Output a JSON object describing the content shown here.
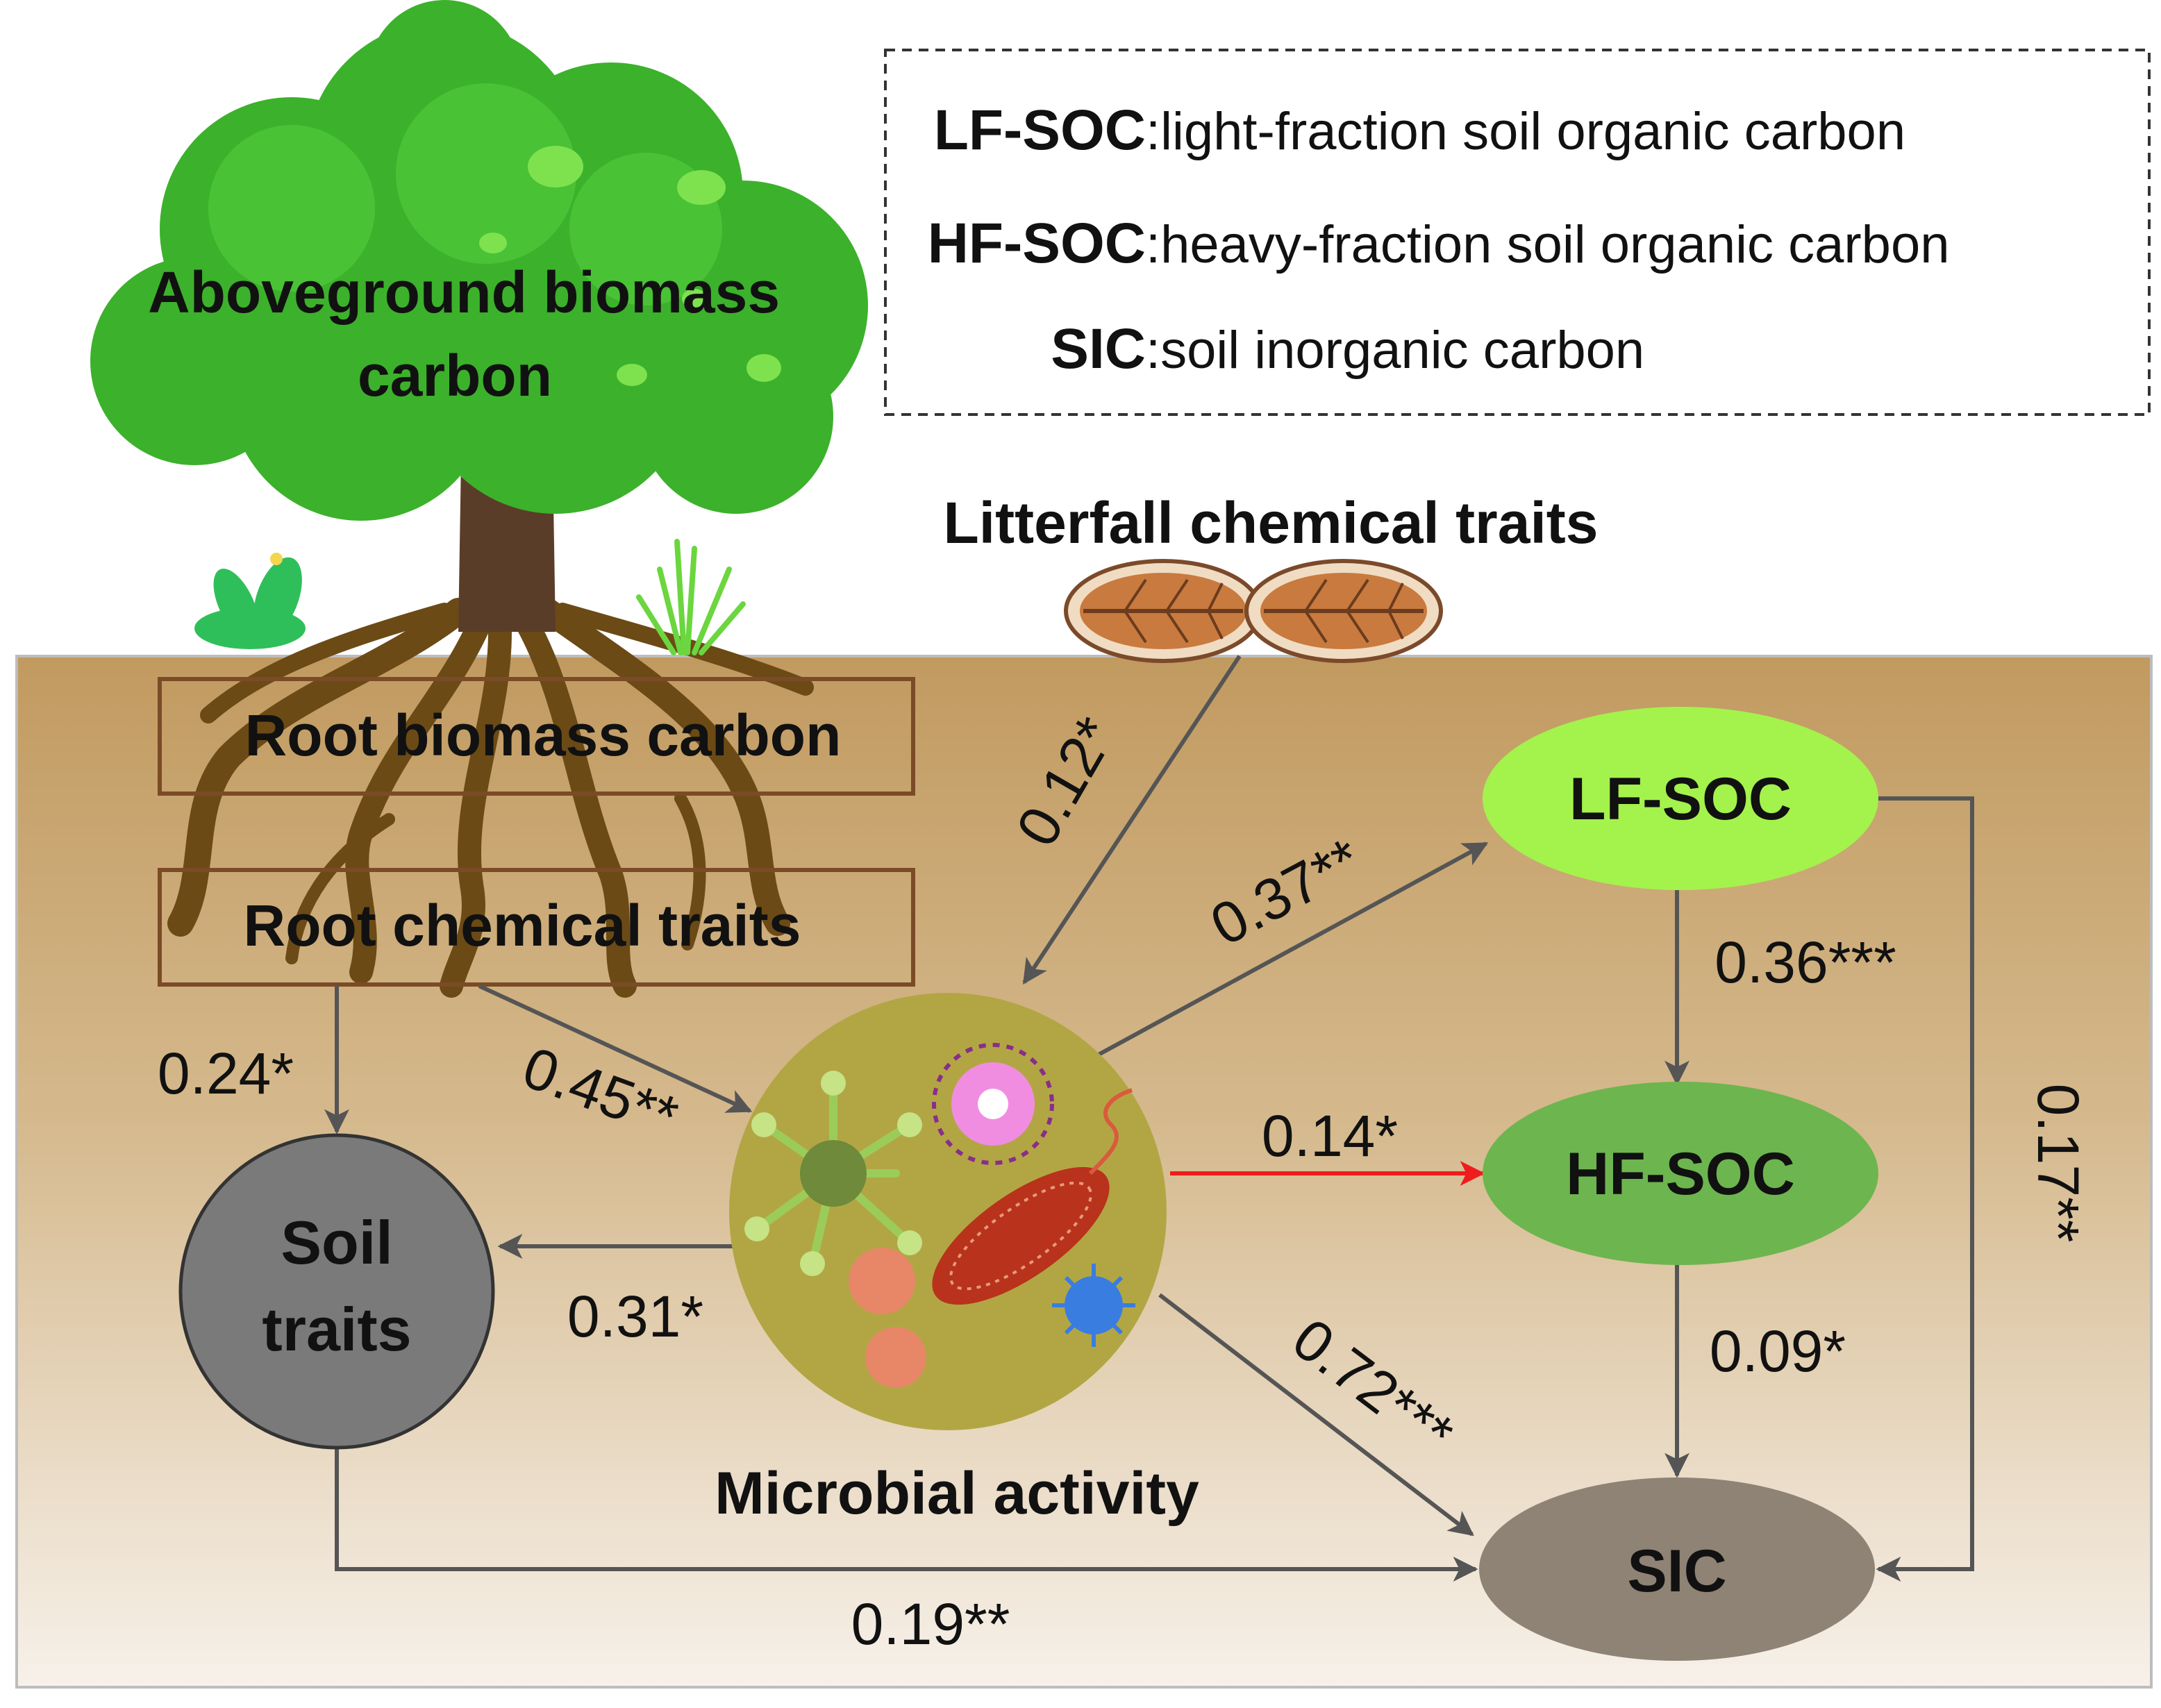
{
  "legend": {
    "items": [
      {
        "abbr": "LF-SOC",
        "desc": ":light-fraction soil organic carbon"
      },
      {
        "abbr": "HF-SOC",
        "desc": ":heavy-fraction soil organic carbon"
      },
      {
        "abbr": "SIC",
        "desc": ":soil inorganic carbon"
      }
    ]
  },
  "nodes": {
    "aboveground_line1": "Aboveground biomass",
    "aboveground_line2": "carbon",
    "litterfall": "Litterfall chemical traits",
    "root_biomass": "Root biomass carbon",
    "root_chemical": "Root chemical traits",
    "soil_traits_line1": "Soil",
    "soil_traits_line2": "traits",
    "microbial": "Microbial activity",
    "lf_soc": "LF-SOC",
    "hf_soc": "HF-SOC",
    "sic": "SIC"
  },
  "paths": [
    {
      "from": "Litterfall chemical traits",
      "to": "Microbial activity",
      "coef": "0.12*",
      "color": "#555555"
    },
    {
      "from": "Root chemical traits",
      "to": "Soil traits",
      "coef": "0.24*",
      "color": "#555555"
    },
    {
      "from": "Root chemical traits",
      "to": "Microbial activity",
      "coef": "0.45**",
      "color": "#555555"
    },
    {
      "from": "Microbial activity",
      "to": "LF-SOC",
      "coef": "0.37**",
      "color": "#555555"
    },
    {
      "from": "Microbial activity",
      "to": "HF-SOC",
      "coef": "0.14*",
      "color": "#ee1c1c"
    },
    {
      "from": "Microbial activity",
      "to": "Soil traits",
      "coef": "0.31*",
      "color": "#555555"
    },
    {
      "from": "Microbial activity",
      "to": "SIC",
      "coef": "0.72***",
      "color": "#555555"
    },
    {
      "from": "LF-SOC",
      "to": "HF-SOC",
      "coef": "0.36***",
      "color": "#555555"
    },
    {
      "from": "HF-SOC",
      "to": "SIC",
      "coef": "0.09*",
      "color": "#555555"
    },
    {
      "from": "LF-SOC",
      "to": "SIC",
      "coef": "0.17**",
      "color": "#555555"
    },
    {
      "from": "Soil traits",
      "to": "SIC",
      "coef": "0.19**",
      "color": "#555555"
    }
  ],
  "colors": {
    "soil_top": "#c19a60",
    "soil_bottom": "#f6efe7",
    "lf_soc_fill": "#a4f24c",
    "hf_soc_fill": "#6db54e",
    "sic_fill": "#8e8374",
    "soil_traits_fill": "#7a7a7a",
    "microbial_fill": "#b2a644",
    "tree_canopy": "#3cb12b",
    "trunk": "#5a3d28"
  }
}
